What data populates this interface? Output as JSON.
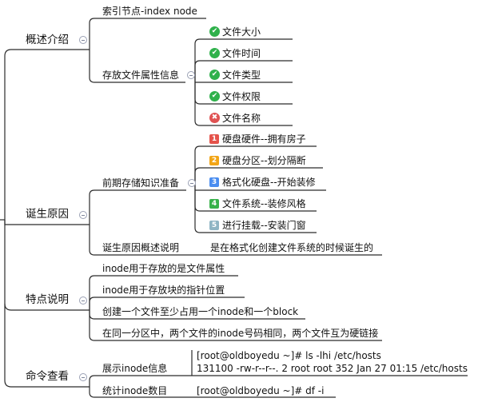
{
  "colors": {
    "line": "#2b2b2b",
    "check": "#2fb14b",
    "cross": "#e05353",
    "p1": "#e5534b",
    "p2": "#f2a516",
    "p3": "#4a8df0",
    "p4": "#38b24a",
    "p5": "#8fb5c4"
  },
  "icons": {
    "check": "check-circle-icon",
    "cross": "cross-circle-icon",
    "collapse": "collapse-minus-icon"
  },
  "topics": [
    {
      "label": "概述介绍",
      "children": [
        {
          "label": "索引节点-index node"
        },
        {
          "label": "存放文件属性信息",
          "items": [
            {
              "text": "文件大小",
              "mark": "✔"
            },
            {
              "text": "文件时间",
              "mark": "✔"
            },
            {
              "text": "文件类型",
              "mark": "✔"
            },
            {
              "text": "文件权限",
              "mark": "✔"
            },
            {
              "text": "文件名称",
              "mark": "✖"
            }
          ]
        }
      ]
    },
    {
      "label": "诞生原因",
      "children": [
        {
          "label": "前期存储知识准备",
          "items": [
            {
              "text": "硬盘硬件--拥有房子",
              "mark": "1"
            },
            {
              "text": "硬盘分区--划分隔断",
              "mark": "2"
            },
            {
              "text": "格式化硬盘--开始装修",
              "mark": "3"
            },
            {
              "text": "文件系统--装修风格",
              "mark": "4"
            },
            {
              "text": "进行挂载--安装门窗",
              "mark": "5"
            }
          ]
        },
        {
          "label": "诞生原因概述说明",
          "note": "是在格式化创建文件系统的时候诞生的"
        }
      ]
    },
    {
      "label": "特点说明",
      "children": [
        {
          "label": "inode用于存放的是文件属性"
        },
        {
          "label": "inode用于存放块的指针位置"
        },
        {
          "label": "创建一个文件至少占用一个inode和一个block"
        },
        {
          "label": "在同一分区中，两个文件的inode号码相同，两个文件互为硬链接"
        }
      ]
    },
    {
      "label": "命令查看",
      "children": [
        {
          "label": "展示inode信息",
          "lines": [
            "[root@oldboyedu ~]# ls -lhi /etc/hosts",
            "131100 -rw-r--r--. 2 root root 352 Jan 27 01:15 /etc/hosts"
          ]
        },
        {
          "label": "统计inode数目",
          "lines": [
            "[root@oldboyedu ~]# df -i"
          ]
        }
      ]
    }
  ]
}
